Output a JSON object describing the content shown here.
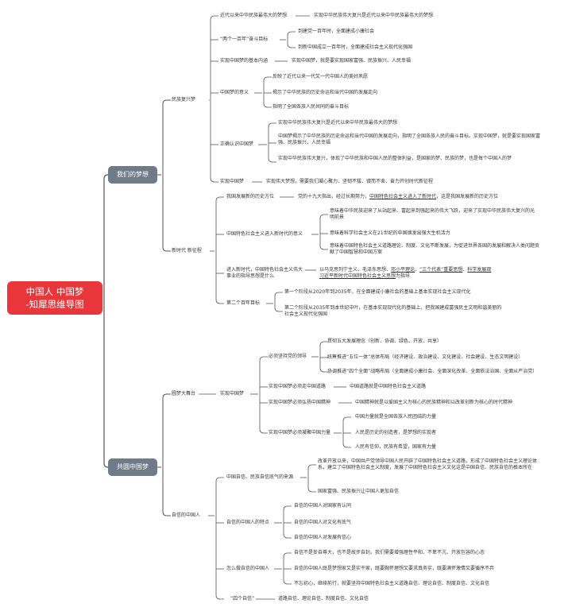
{
  "root": {
    "line1": "中国人 中国梦",
    "line2": "-知犀思维导图"
  },
  "branches": {
    "dream": "我们的梦想",
    "build": "共圆中国梦",
    "rejuv": "民族复兴梦",
    "newera": "新时代 新征程",
    "build_platform": "圆梦大舞台",
    "confident": "自信的中国人"
  },
  "rejuv": {
    "t1": "近代以来中华民族最伟大的梦想",
    "t1a": "实现中华民族伟大复兴是近代以来中华民族最伟大的梦想",
    "t2": "“两个一百年”奋斗目标",
    "t2a": "到建党一百年时，全面建成小康社会",
    "t2b": "到新中国成立一百年时，全面建成社会主义现代化强国",
    "t3": "实现中国梦的基本内涵",
    "t3a": "实现中国梦，就是要实现国家富强、民族振兴、人民幸福",
    "t4": "中国梦的意义",
    "t4a": "反映了近代以来一代又一代中国人的美好夙愿",
    "t4b": "揭示了中华民族的历史命运和当代中国的发展走向",
    "t4c": "指明了全国各族人民共同的奋斗目标",
    "t5": "正确认识中国梦",
    "t5a": "实现中华民族伟大复兴是近代以来中华民族最伟大的梦想",
    "t5b": "中国梦揭示了中华民族的历史命运和当代中国的发展走向，指明了全国各族人民的奋斗目标。实现中国梦，就是要实现国家富强、民族振兴、人民幸福",
    "t5c": "实现中华民族伟大复兴，体现了中华民族和中国人民的整体利益，是国家的梦、民族的梦，也是每个中国人的梦",
    "t6": "实现中国梦",
    "t6a": "实现伟大梦想，需要我们凝心聚力、坚韧不拔、锲而不舍、奋力开创时代新征程"
  },
  "newera": {
    "t1": "我国发展新的历史方位",
    "t1a_pre": "党的十九大指出，经过长期努力，",
    "t1a_u": "中国特色社会主义进入了新时代",
    "t1a_post": "，这是我国发展新的历史方位",
    "t2": "中国特色社会主义进入新时代的意义",
    "t2a": "意味着中华民族迎来了从站起来、富起来到强起来的伟大飞跃，迎来了实现中华民族伟大复兴的光明前景",
    "t2b": "意味着科学社会主义在21世纪的中国焕发出强大生机活力",
    "t2c": "意味着中国特色社会主义道路理论、制度、文化不断发展，为促进世界各国的发展和解决人类问题贡献了中国智慧和中国方案",
    "t3": "进入新时代，中国特色社会主义伟大事业的指导思想是什么",
    "t3a_pre": "以马克思列宁主义、毛泽东思想、",
    "t3a_u1": "邓小平理论",
    "t3a_mid1": "、",
    "t3a_u2": "“三个代表”重要思想",
    "t3a_mid2": "、",
    "t3a_u3": "科学发展观",
    "t3a_line2": "习近平新时代中国特色社会主义思想",
    "t3a_post": "为指导",
    "t4": "第二个百年目标",
    "t4a": "第一个阶段从2020年到2035年，在全面建成小康社会的基础上基本实现社会主义现代化",
    "t4b": "第二个阶段从2035年到本世纪中叶，在基本实现现代化的基础上，把我国建成富强民主文明和谐美丽的社会主义现代化强国"
  },
  "build": {
    "realize": "实现中国梦",
    "r1": "必须坚持党的领导",
    "r1a": "贯彻五大发展理念（创新、协调、绿色、开放、共享）",
    "r1b": "统筹推进“五位一体”总体布局（经济建设、政治建设、文化建设、社会建设、生态文明建设）",
    "r1c": "协调推进“四个全面”战略布局（全面建成小康社会、全面深化改革、全面依法治国、全面从严治党）",
    "r2": "实现中国梦必须走中国道路",
    "r2a": "中国道路就是中国特色社会主义道路",
    "r3": "实现中国梦必须弘扬中国精神",
    "r3a": "中国精神就是以爱国主义为核心的民族精神和以改革创新为核心的时代精神",
    "r4": "实现中国梦必须凝聚中国力量",
    "r4a": "中国力量就是全国各族人民团结的力量",
    "r4b": "人民是历史的创造者，是梦想的实现者",
    "r4c": "人民有信仰，民族有希望，国家有力量"
  },
  "confident": {
    "c1": "中国自信、民族自信底气的来源",
    "c1a": "改革开放以来，中国共产党领导中国人民开辟了中国特色社会主义道路，形成了中国特色社会主义理论体系，建立了中国特色社会主义制度，发展了中国特色社会主义文化这是中国自信、民族自信的根本所在",
    "c1b": "国家富强、民族振兴让中国人更加自信",
    "c2": "自信的中国人的特点",
    "c2a": "自信的中国人对国家有认同",
    "c2b": "自信的中国人对文化有底气",
    "c2c": "自信的中国人对发展有信心",
    "c3": "怎么做自信的中国人",
    "c3a": "自信不是妄自尊大，也不是故步自封。我们需要增强理性平和、不卑不亢、开放包容的心态",
    "c3b": "自信的中国人既是梦想家又是实干家，既要胸怀理想又要求真务实，既要满怀激情又要循序不弃",
    "c3c": "不忘初心，继续前行，就要坚持中国特色社会主义道路自信、理论自信、制度自信、文化自信",
    "c4": "“四个自信”",
    "c4a": "道路自信、理论自信、制度自信、文化自信"
  },
  "colors": {
    "root": "#e8363b",
    "branch": "#6f7b88",
    "line": "#555555",
    "underline": "#e8363b"
  }
}
